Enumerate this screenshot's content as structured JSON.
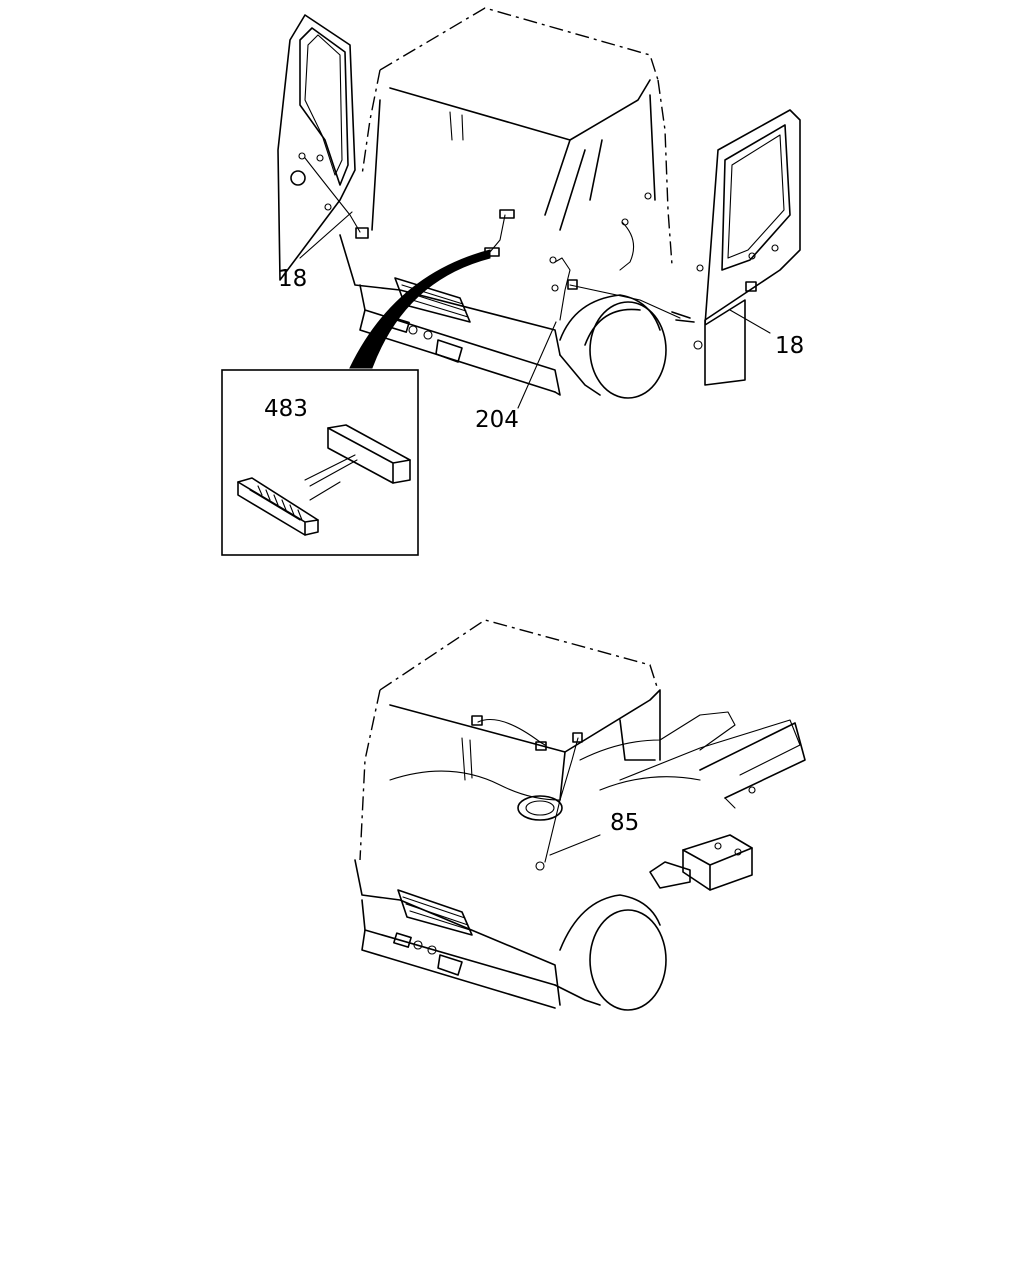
{
  "callouts": {
    "left_door_harness": "18",
    "right_door_harness": "18",
    "main_harness": "204",
    "inset_part": "483",
    "battery_harness": "85"
  },
  "colors": {
    "line": "#000000",
    "background": "#ffffff"
  }
}
